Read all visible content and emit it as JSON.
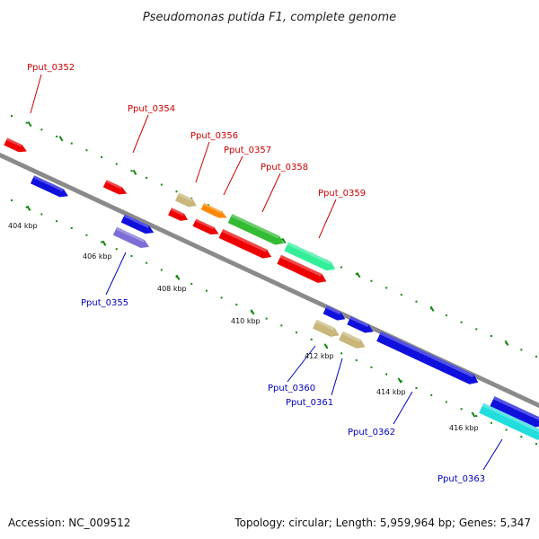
{
  "header": {
    "title": "Pseudomonas putida F1, complete genome"
  },
  "footer": {
    "accession": "Accession: NC_009512",
    "summary": "Topology: circular; Length: 5,959,964 bp; Genes: 5,347"
  },
  "colors": {
    "backbone": "#8a8a8a",
    "ticks": "#118811",
    "forward_label": "#cc0000",
    "reverse_label": "#0000bb",
    "red": "#ee0000",
    "blue": "#1010dd",
    "khaki": "#c8b67a",
    "lavender": "#7b6fd6",
    "green": "#33bb33",
    "orange": "#ff8800",
    "mint": "#33ee99",
    "cyan": "#22dddd"
  },
  "scale": {
    "labels": [
      "404 kbp",
      "406 kbp",
      "408 kbp",
      "410 kbp",
      "412 kbp",
      "414 kbp",
      "416 kbp"
    ]
  },
  "genes": {
    "forward_labels": [
      "Pput_0352",
      "Pput_0354",
      "Pput_0356",
      "Pput_0357",
      "Pput_0358",
      "Pput_0359"
    ],
    "reverse_labels": [
      "Pput_0355",
      "Pput_0360",
      "Pput_0361",
      "Pput_0362",
      "Pput_0363"
    ]
  }
}
